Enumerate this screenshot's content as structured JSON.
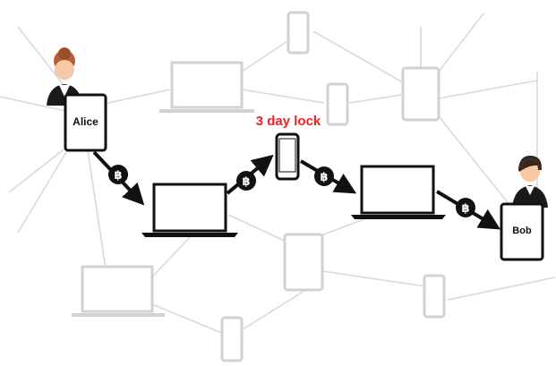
{
  "labels": {
    "alice": "Alice",
    "bob": "Bob",
    "lock": "3 day lock"
  },
  "coin_symbol": "฿",
  "colors": {
    "lock_text": "#ee2222",
    "faded_device": "#d2d2d2",
    "active_device": "#111111",
    "network_line": "#d9d9d9",
    "coin_fill": "#111111",
    "coin_text": "#ffffff"
  },
  "icons": {
    "alice_avatar": "woman-avatar-icon",
    "bob_avatar": "man-headset-avatar-icon",
    "coin": "bitcoin-icon"
  }
}
